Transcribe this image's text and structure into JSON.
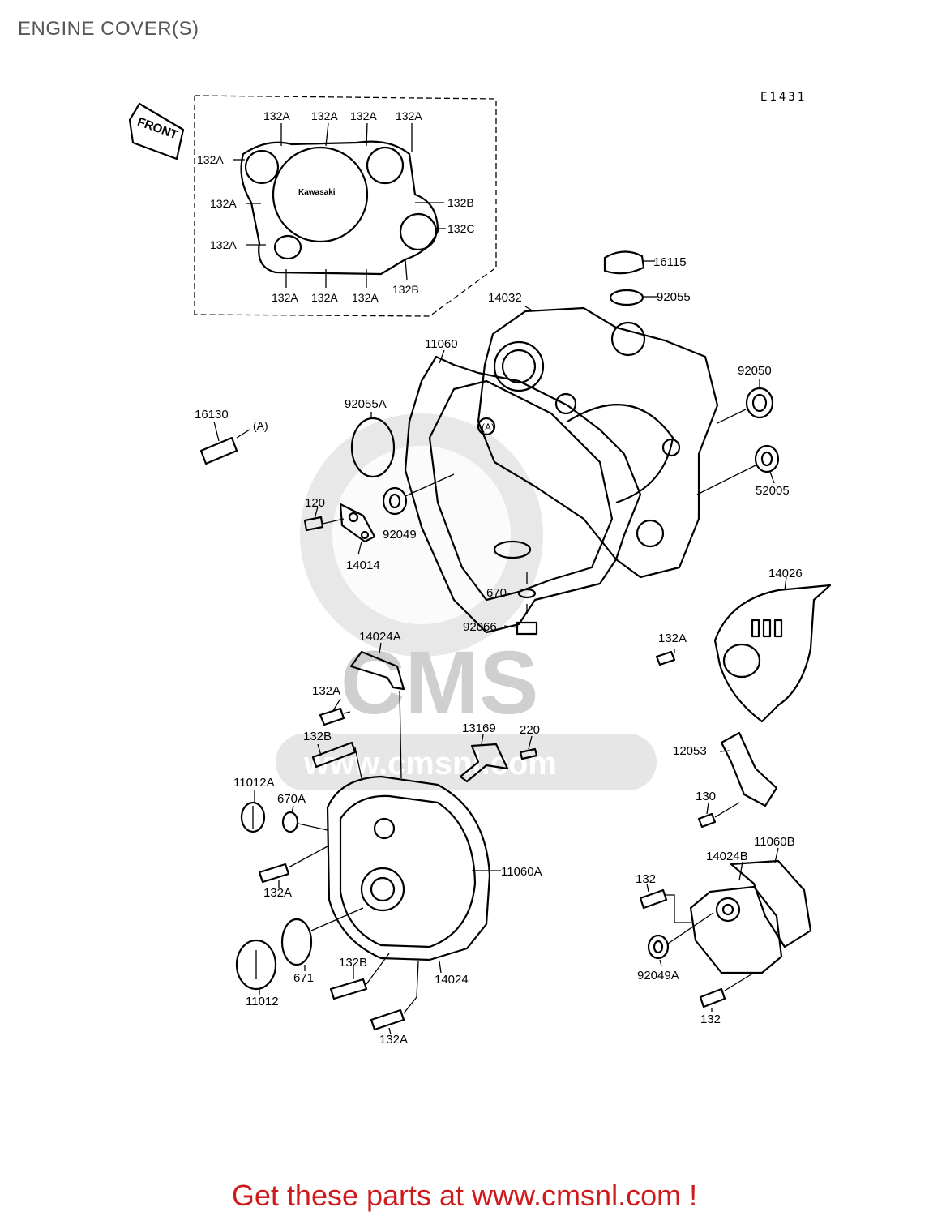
{
  "header": {
    "title": "ENGINE COVER(S)",
    "drawing_code": "E1431"
  },
  "inset": {
    "front_label": "FRONT",
    "cover_brand": "Kawasaki"
  },
  "watermark": {
    "brand": "CMS",
    "url": "www.cmsnl.com"
  },
  "callouts": {
    "p132A_top1": "132A",
    "p132A_top2": "132A",
    "p132A_top3": "132A",
    "p132A_top4": "132A",
    "p132A_left1": "132A",
    "p132A_left2": "132A",
    "p132A_left3": "132A",
    "p132B_right": "132B",
    "p132C_right": "132C",
    "p132A_bot1": "132A",
    "p132A_bot2": "132A",
    "p132A_bot3": "132A",
    "p132B_bot": "132B",
    "p16115": "16115",
    "p92055": "92055",
    "p14032": "14032",
    "p11060": "11060",
    "p92050": "92050",
    "p16130": "16130",
    "pA": "(A)",
    "p92055A": "92055A",
    "p52005": "52005",
    "p120": "120",
    "p92049": "92049",
    "p14014": "14014",
    "p670": "670",
    "p92066": "92066",
    "p14026": "14026",
    "p132A_14026": "132A",
    "p14024A": "14024A",
    "p132A_mid": "132A",
    "p132B_mid": "132B",
    "p13169": "13169",
    "p220": "220",
    "p12053": "12053",
    "p130": "130",
    "p11012A": "11012A",
    "p670A": "670A",
    "p11060A": "11060A",
    "p132A_gen": "132A",
    "p671": "671",
    "p11012": "11012",
    "p132B_gen": "132B",
    "p14024": "14024",
    "p132A_genbot": "132A",
    "p132_r1": "132",
    "p14024B": "14024B",
    "p11060B": "11060B",
    "p92049A": "92049A",
    "p132_r2": "132"
  },
  "footer": {
    "cta": "Get these parts at www.cmsnl.com !"
  }
}
